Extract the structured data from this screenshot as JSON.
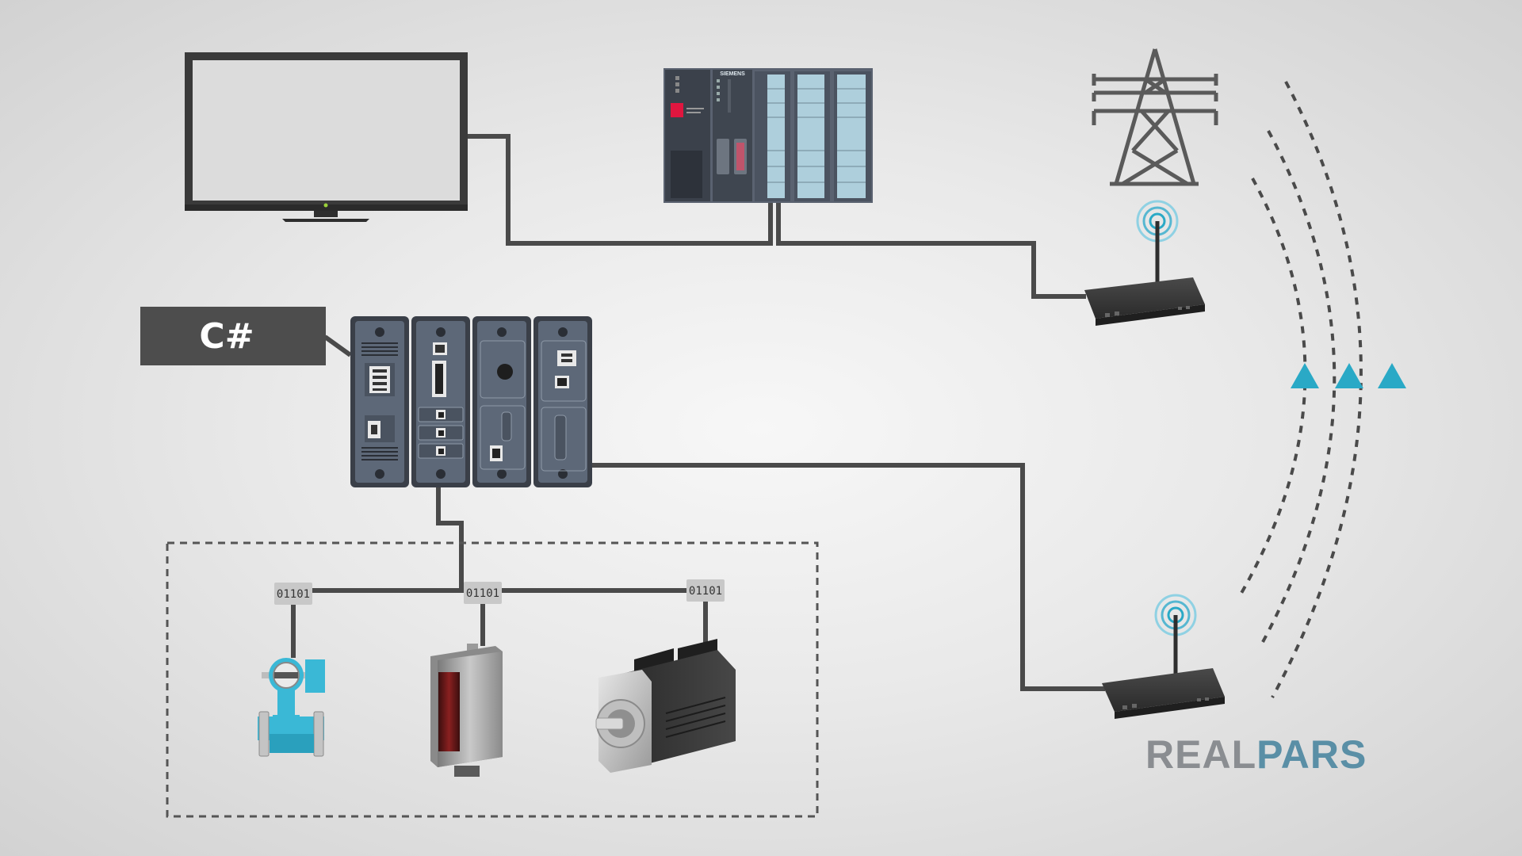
{
  "programming_language_label": "C#",
  "plc_brand_label": "SIEMENS",
  "fieldbus_labels": [
    "01101",
    "01101",
    "01101"
  ],
  "brand": {
    "part1": "REALPARS_LEFT",
    "text_real": "REAL",
    "text_pars": "PARS"
  },
  "colors": {
    "wire": "#4a4a4a",
    "device_dark": "#3a3f48",
    "module_blue": "#5d6878",
    "signal_teal": "#2aa9c6",
    "label_bg": "#c8c8c8",
    "brand_grey": "#8a8d91",
    "brand_teal": "#5a8fa6"
  },
  "icons": [
    "monitor-icon",
    "plc-rack-icon",
    "power-tower-icon",
    "wireless-router-icon",
    "io-gateway-icon",
    "flow-meter-icon",
    "photoelectric-sensor-icon",
    "servo-motor-icon",
    "signal-arrow-icon"
  ]
}
